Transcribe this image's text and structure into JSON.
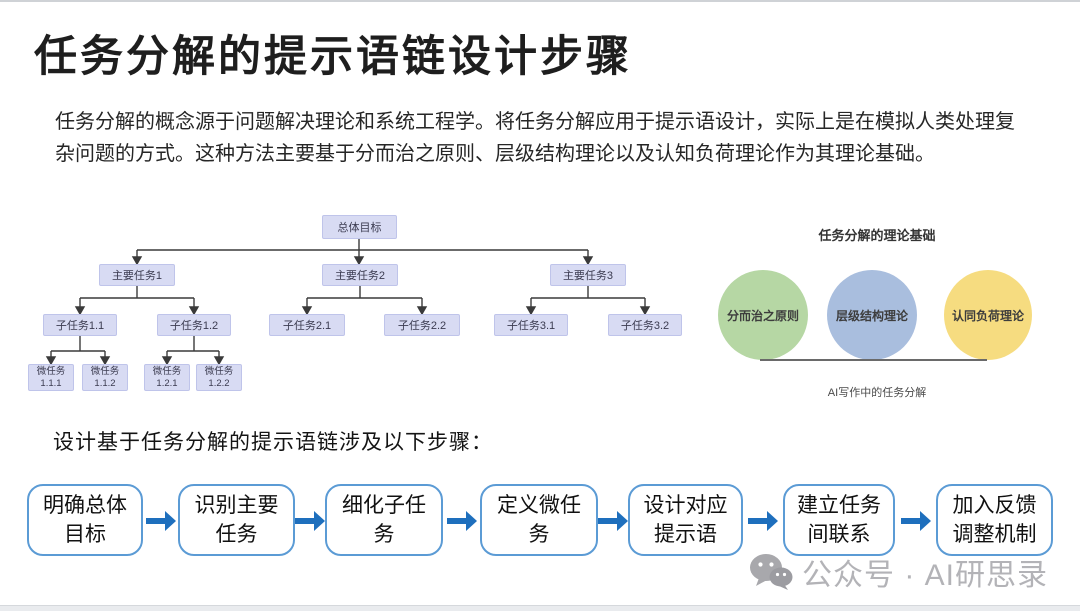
{
  "page": {
    "title": "任务分解的提示语链设计步骤",
    "intro": "任务分解的概念源于问题解决理论和系统工程学。将任务分解应用于提示语设计，实际上是在模拟人类处理复杂问题的方式。这种方法主要基于分而治之原则、层级结构理论以及认知负荷理论作为其理论基础。"
  },
  "tree": {
    "root": "总体目标",
    "level2": [
      "主要任务1",
      "主要任务2",
      "主要任务3"
    ],
    "level3": [
      "子任务1.1",
      "子任务1.2",
      "子任务2.1",
      "子任务2.2",
      "子任务3.1",
      "子任务3.2"
    ],
    "level4": [
      "微任务\n1.1.1",
      "微任务\n1.1.2",
      "微任务\n1.2.1",
      "微任务\n1.2.2"
    ],
    "node_fill": "#d8dbf3",
    "line_color": "#3a3a3a"
  },
  "theory": {
    "title": "任务分解的理论基础",
    "caption": "AI写作中的任务分解",
    "circles": [
      {
        "label": "分而治之原则",
        "color": "#b6d7a4"
      },
      {
        "label": "层级结构理论",
        "color": "#a9bede"
      },
      {
        "label": "认同负荷理论",
        "color": "#f6dc80"
      }
    ]
  },
  "steps": {
    "intro": "设计基于任务分解的提示语链涉及以下步骤：",
    "items": [
      "明确总体目标",
      "识别主要任务",
      "细化子任务",
      "定义微任务",
      "设计对应提示语",
      "建立任务间联系",
      "加入反馈调整机制"
    ],
    "arrow_color": "#1e6fbd",
    "box_border_color": "#5b9bd5"
  },
  "watermark": {
    "text": "公众号 · AI研思录"
  }
}
